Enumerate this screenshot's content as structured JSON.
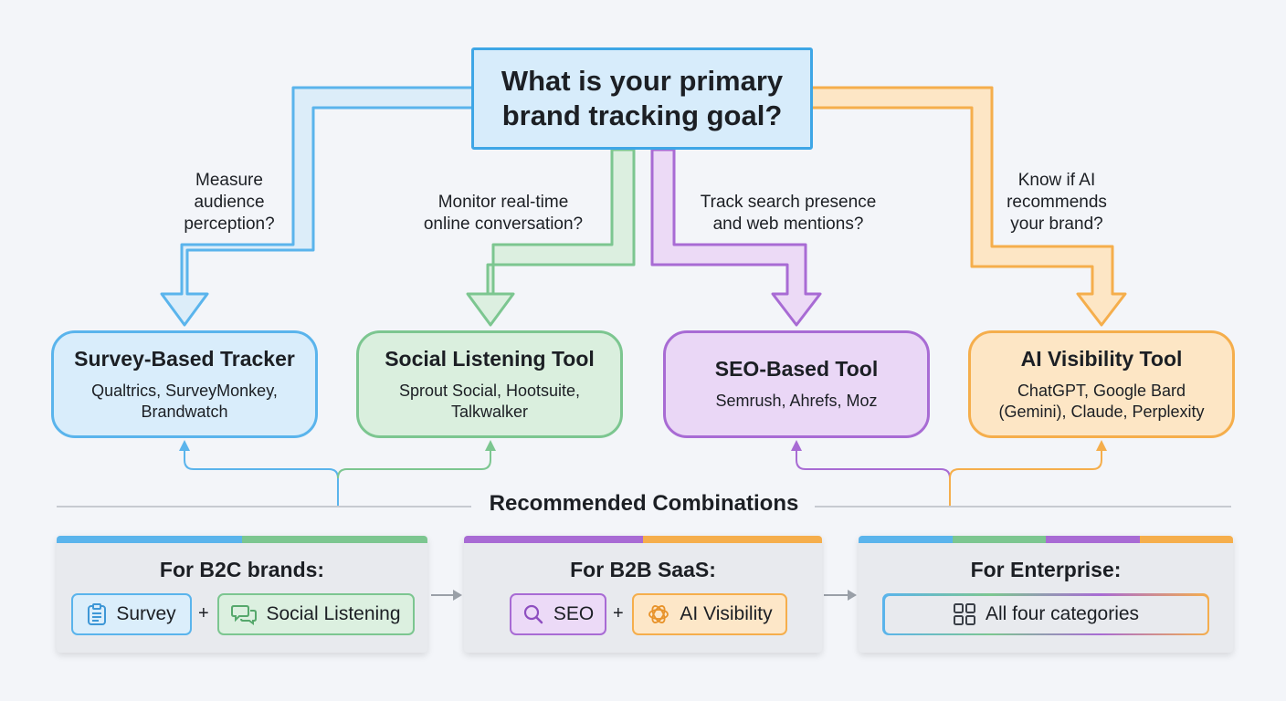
{
  "question": {
    "line1": "What is your primary",
    "line2": "brand tracking goal?"
  },
  "branches": [
    {
      "label": "Measure\naudience\nperception?",
      "color": "#5ab4ec"
    },
    {
      "label": "Monitor real-time\nonline conversation?",
      "color": "#7cc690"
    },
    {
      "label": "Track search presence\nand web mentions?",
      "color": "#a86bd4"
    },
    {
      "label": "Know if AI\nrecommends\nyour brand?",
      "color": "#f5ae4c"
    }
  ],
  "tools": [
    {
      "title": "Survey-Based Tracker",
      "examples": "Qualtrics, SurveyMonkey,\nBrandwatch"
    },
    {
      "title": "Social Listening Tool",
      "examples": "Sprout Social, Hootsuite,\nTalkwalker"
    },
    {
      "title": "SEO-Based Tool",
      "examples": "Semrush, Ahrefs, Moz"
    },
    {
      "title": "AI Visibility Tool",
      "examples": "ChatGPT, Google Bard\n(Gemini), Claude, Perplexity"
    }
  ],
  "section_title": "Recommended Combinations",
  "combos": [
    {
      "title": "For B2C brands:",
      "chips": [
        "Survey",
        "Social Listening"
      ],
      "plus": "+"
    },
    {
      "title": "For B2B SaaS:",
      "chips": [
        "SEO",
        "AI Visibility"
      ],
      "plus": "+"
    },
    {
      "title": "For Enterprise:",
      "chips": [
        "All four categories"
      ]
    }
  ],
  "icons": [
    "clipboard-icon",
    "chat-bubbles-icon",
    "search-icon",
    "ai-spiral-icon",
    "grid-icon"
  ]
}
